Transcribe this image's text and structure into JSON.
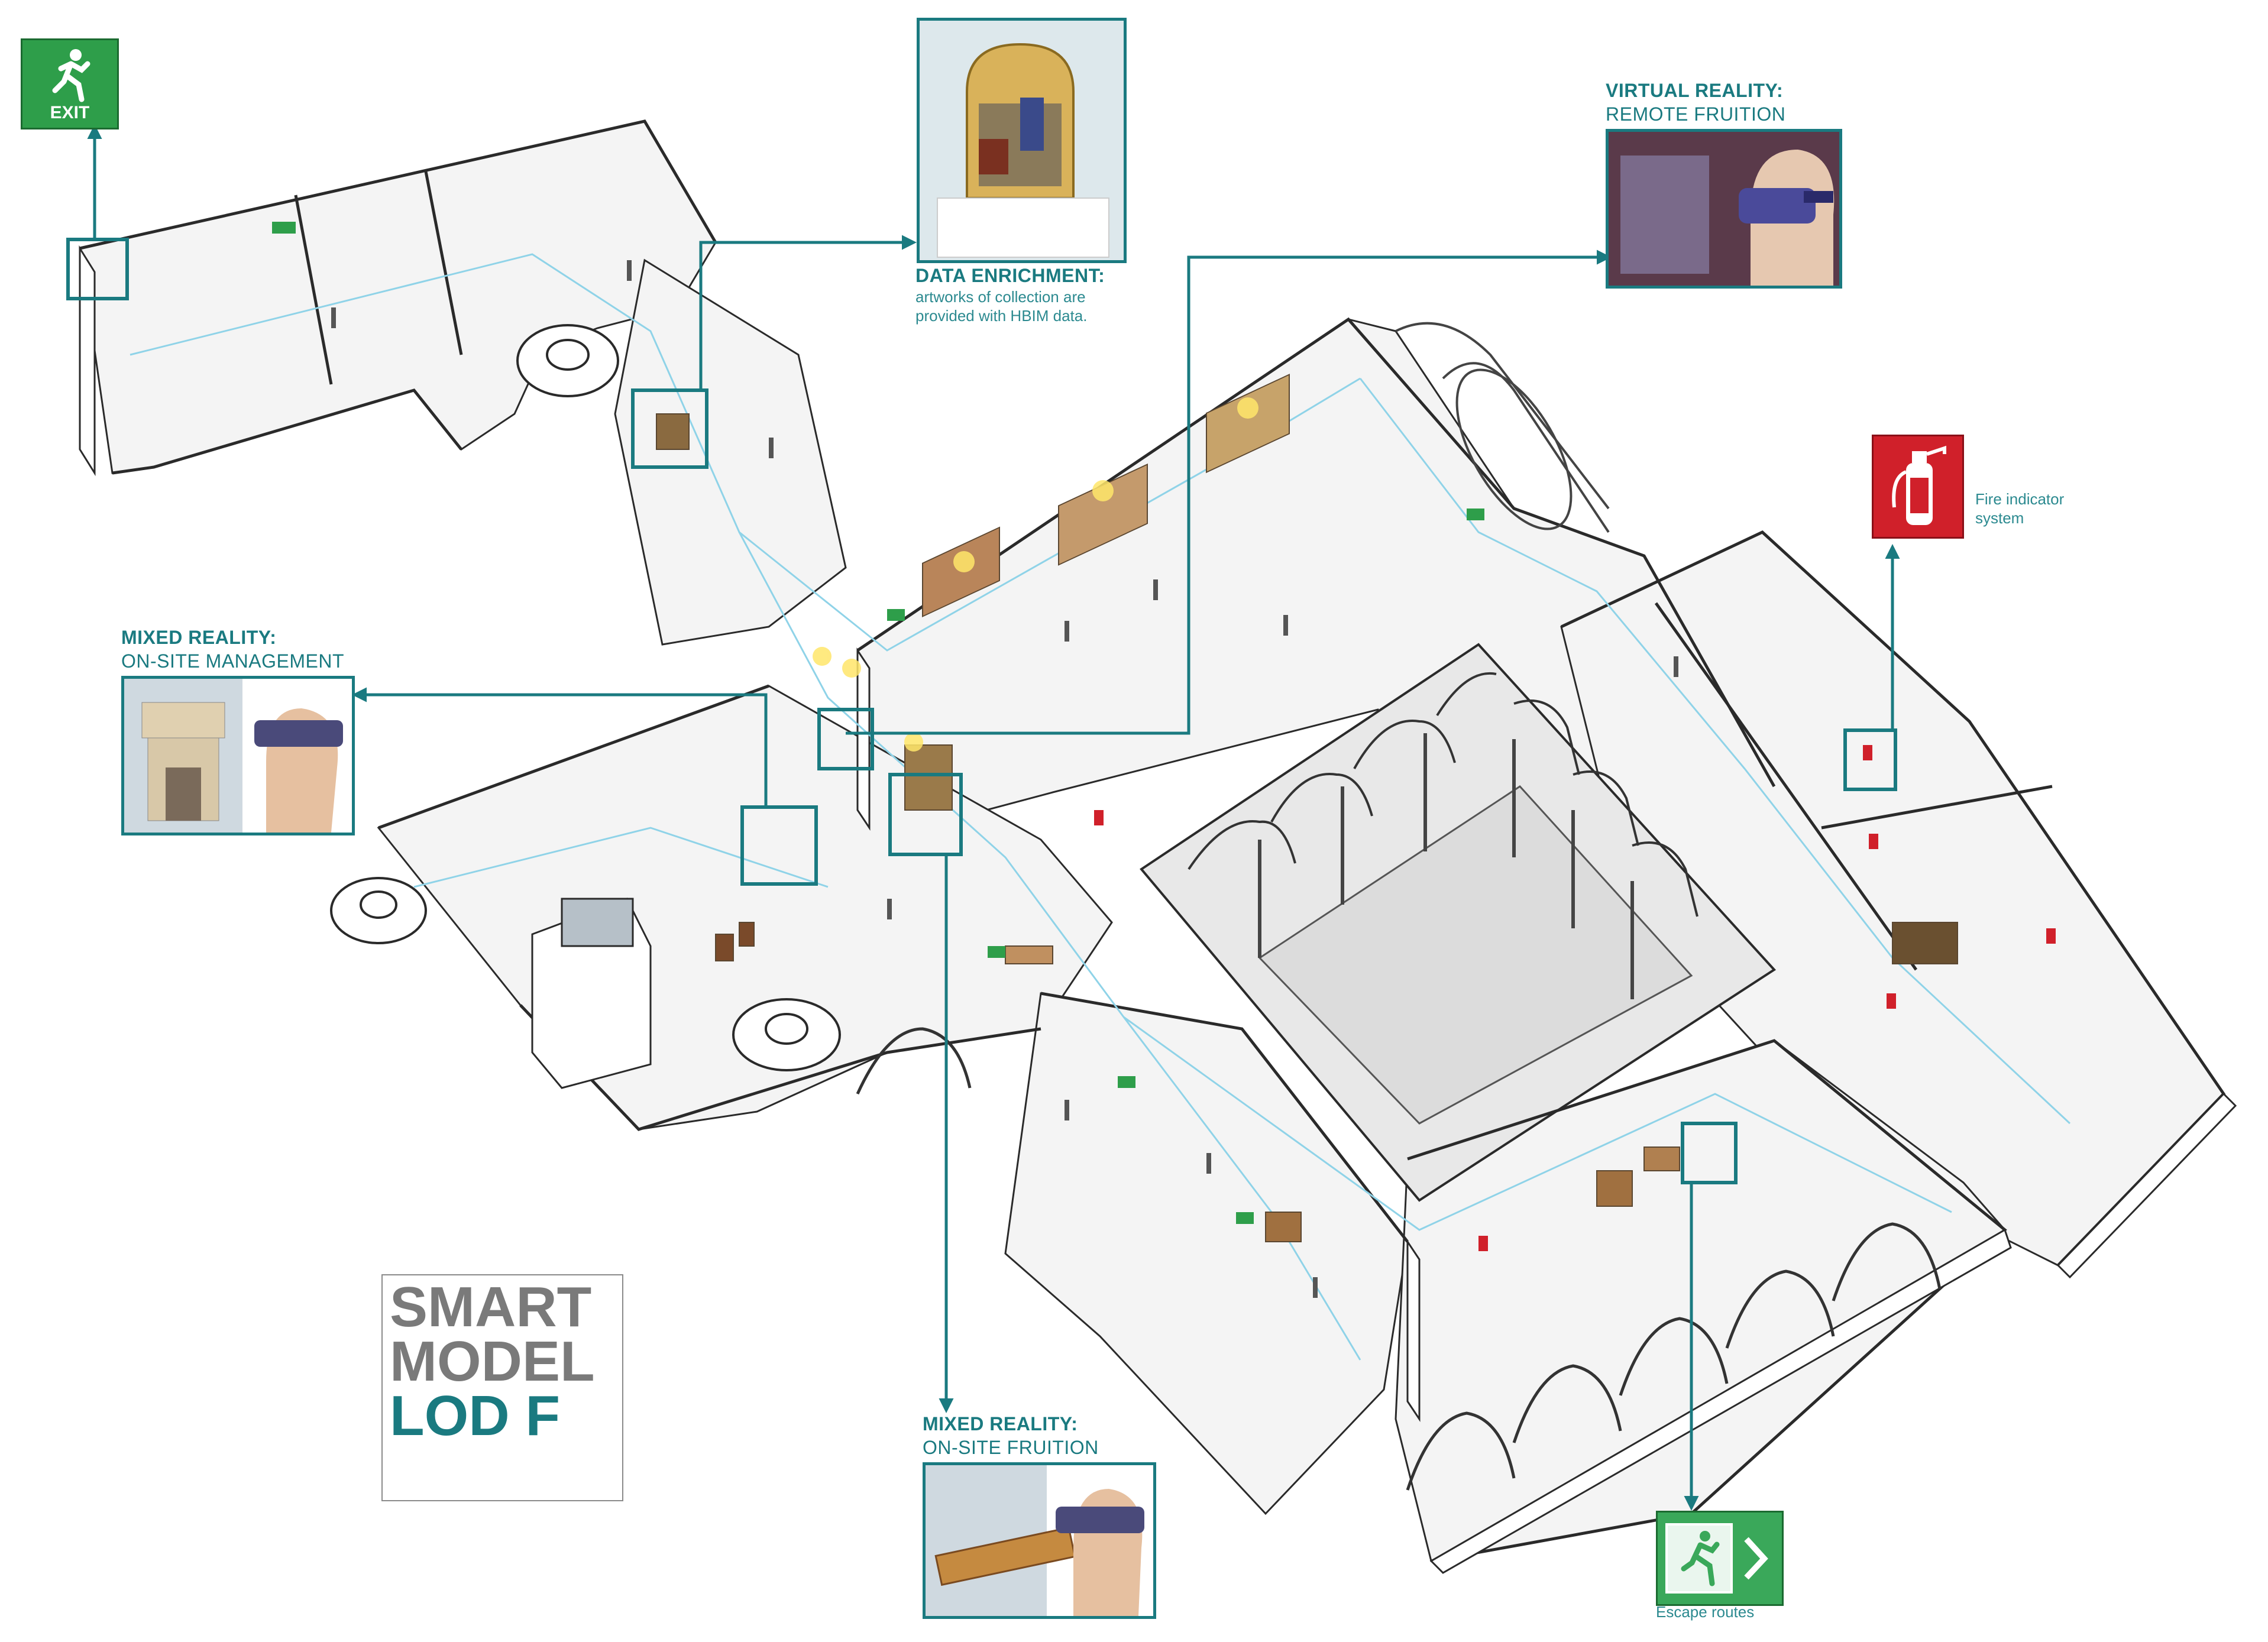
{
  "exit_sign_top": {
    "label": "EXIT",
    "color": "#2e9e4a"
  },
  "data_enrichment": {
    "title": "DATA ENRICHMENT:",
    "description_line1": "artworks of collection are",
    "description_line2": "provided with HBIM data."
  },
  "virtual_reality": {
    "title": "VIRTUAL REALITY:",
    "subtitle": "REMOTE FRUITION"
  },
  "mixed_reality_management": {
    "title": "MIXED REALITY:",
    "subtitle": "ON-SITE MANAGEMENT"
  },
  "mixed_reality_fruition": {
    "title": "MIXED REALITY:",
    "subtitle": "ON-SITE FRUITION"
  },
  "fire_indicator": {
    "label_line1": "Fire indicator",
    "label_line2": "system",
    "color": "#d0202a"
  },
  "escape_routes": {
    "label": "Escape routes",
    "color": "#3aa85a"
  },
  "smart_model": {
    "line1": "SMART",
    "line2": "MODEL",
    "line3": "LOD F"
  },
  "colors": {
    "accent": "#1a7a80",
    "wall_line": "#2a2a2a",
    "route_line": "#8fd3e8",
    "grey_text": "#7a7a7a"
  }
}
